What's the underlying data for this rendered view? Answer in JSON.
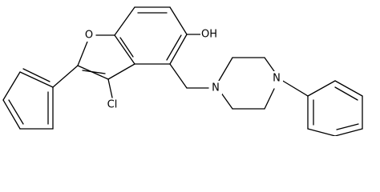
{
  "molecule": {
    "atom_labels": {
      "oxygen_ring": "O",
      "hydroxyl": "OH",
      "chlorine": "Cl",
      "nitrogen_1": "N",
      "nitrogen_4": "N"
    },
    "colors": {
      "bonds": "#000000",
      "labels": "#000000",
      "background": "#ffffff"
    }
  }
}
